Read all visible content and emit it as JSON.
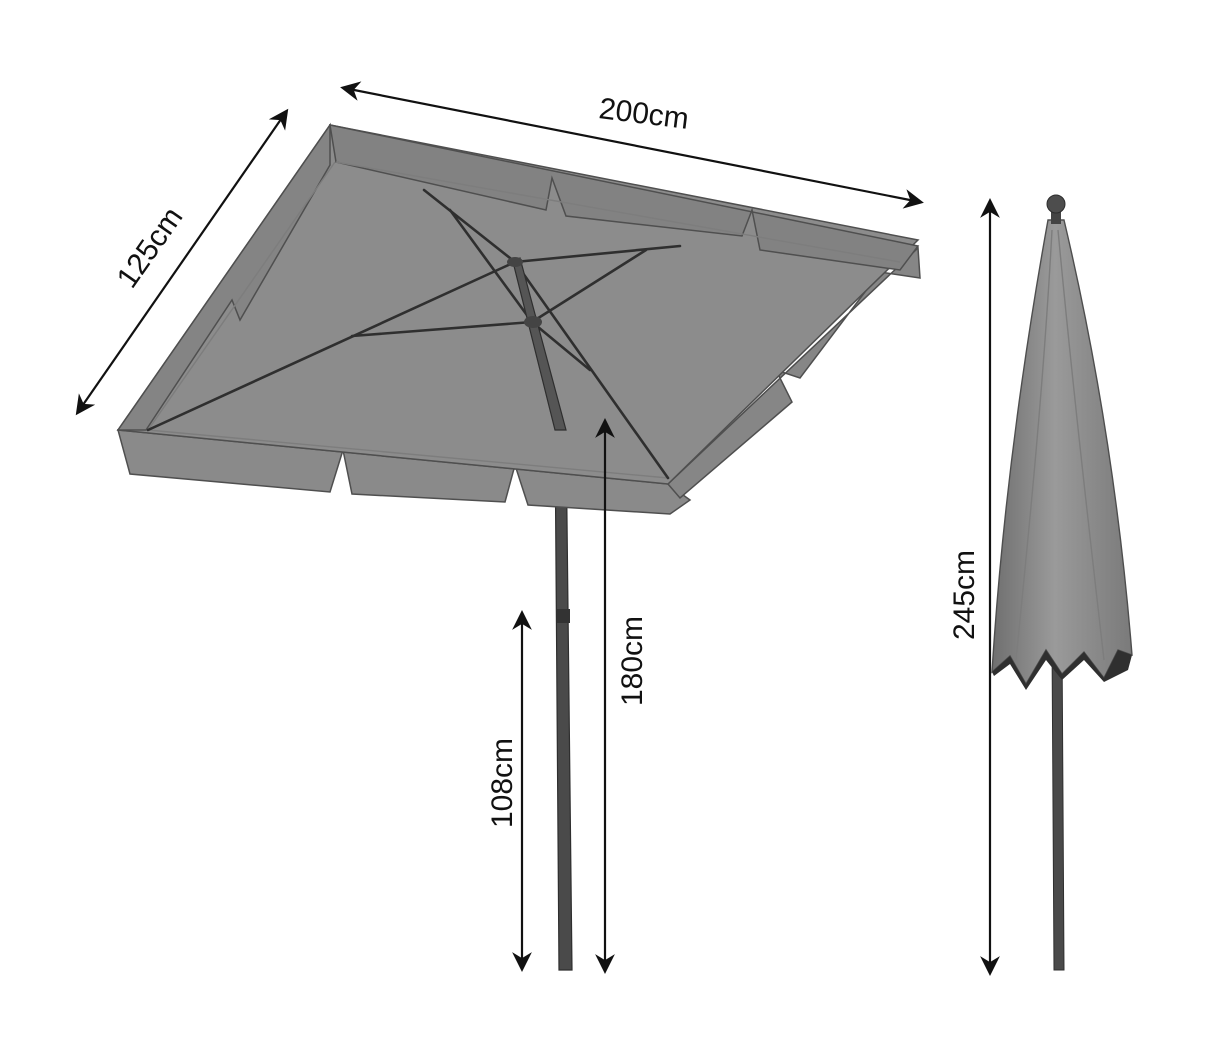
{
  "diagram": {
    "dimensions": {
      "width": "200cm",
      "depth": "125cm",
      "canopy_height": "180cm",
      "crank_height": "108cm",
      "closed_height": "245cm"
    },
    "colors": {
      "canopy": "#8c8c8c",
      "canopy_valance": "#8a8a8a",
      "canopy_inner": "#6e6e6e",
      "pole": "#4a4a4a",
      "dimension_lines": "#111111",
      "background": "#ffffff"
    }
  }
}
